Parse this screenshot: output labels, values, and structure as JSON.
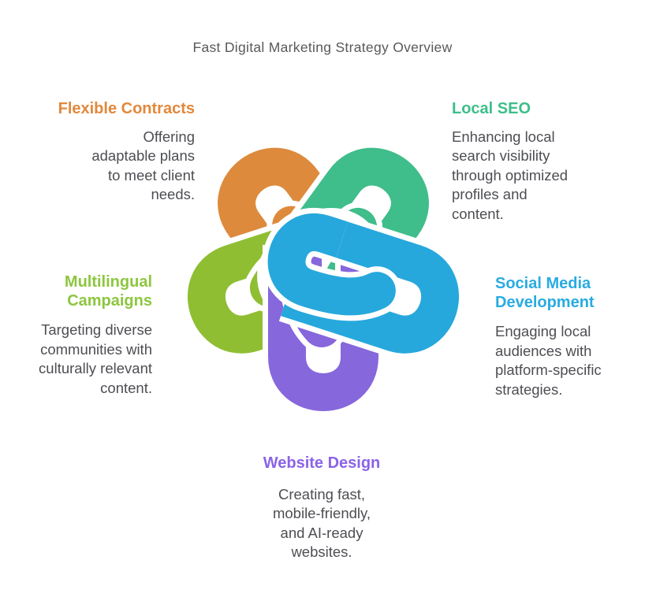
{
  "title": "Fast Digital Marketing Strategy Overview",
  "sections": {
    "flexible": {
      "title": "Flexible Contracts",
      "color": "#e2883b",
      "body": [
        "Offering",
        "adaptable plans",
        "to meet client",
        "needs."
      ]
    },
    "local_seo": {
      "title": "Local SEO",
      "color": "#3dbe8b",
      "body": [
        "Enhancing local",
        "search visibility",
        "through optimized",
        "profiles and",
        "content."
      ]
    },
    "multilingual": {
      "title": [
        "Multilingual",
        "Campaigns"
      ],
      "color": "#8dc63f",
      "body": [
        "Targeting diverse",
        "communities with",
        "culturally relevant",
        "content."
      ]
    },
    "social": {
      "title": [
        "Social Media",
        "Development"
      ],
      "color": "#29abe2",
      "body": [
        "Engaging local",
        "audiences with",
        "platform-specific",
        "strategies."
      ]
    },
    "website": {
      "title": "Website Design",
      "color": "#8a63e8",
      "body": [
        "Creating fast,",
        "mobile-friendly,",
        "and AI-ready",
        "websites."
      ]
    }
  },
  "knot": {
    "description": "five-interlocking-loops",
    "colors": {
      "orange": "#dd8a3c",
      "lime": "#8fbe33",
      "green": "#3fbd8a",
      "purple": "#8667dc",
      "blue": "#27a8dc"
    }
  }
}
